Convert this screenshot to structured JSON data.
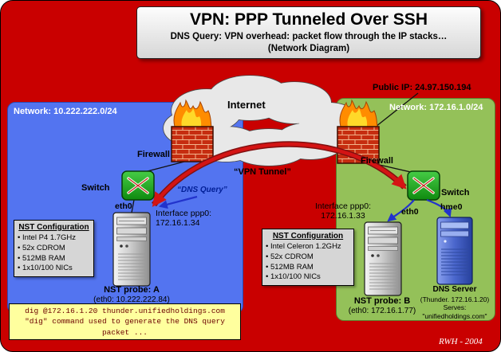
{
  "title": {
    "main": "VPN: PPP Tunneled Over SSH",
    "subtitle": "DNS Query: VPN overhead: packet flow through the IP stacks…",
    "subtitle2": "(Network Diagram)"
  },
  "internet": {
    "label": "Internet",
    "public_ip": "Public IP: 24.97.150.194"
  },
  "tunnel": {
    "label": "“VPN Tunnel”",
    "query_label": "“DNS Query”"
  },
  "left": {
    "network_label": "Network: 10.222.222.0/24",
    "firewall_label": "Firewall",
    "switch_label": "Switch",
    "eth0_label": "eth0",
    "interface_line1": "Interface ppp0:",
    "interface_line2": "172.16.1.34",
    "probe_name": "NST probe: A",
    "probe_ip": "(eth0: 10.222.222.84)",
    "config": {
      "title": "NST Configuration",
      "items": [
        "Intel P4 1.7GHz",
        "52x CDROM",
        "512MB RAM",
        "1x10/100 NICs"
      ]
    }
  },
  "right": {
    "network_label": "Network: 172.16.1.0/24",
    "firewall_label": "Firewall",
    "switch_label": "Switch",
    "eth0_label": "eth0",
    "hme0_label": "hme0",
    "interface_line1": "Interface ppp0:",
    "interface_line2": "172.16.1.33",
    "probe_name": "NST probe: B",
    "probe_ip": "(eth0: 172.16.1.77)",
    "config": {
      "title": "NST Configuration",
      "items": [
        "Intel Celeron 1.2GHz",
        "52x CDROM",
        "512MB RAM",
        "1x10/100 NICs"
      ]
    }
  },
  "dns": {
    "name": "DNS Server",
    "host": "(Thunder. 172.16.1.20)",
    "serves_label": "Serves:",
    "domain": "\"unifiedholdings.com\""
  },
  "note": {
    "line1": "dig @172.16.1.20 thunder.unifiedholdings.com",
    "line2": "\"dig\" command used to generate the DNS query",
    "line3": "packet ..."
  },
  "credit": "RWH - 2004",
  "colors": {
    "background": "#c90000",
    "network_left": "#5374f0",
    "network_right": "#94c159",
    "tunnel_arrow": "#d41414",
    "dns_query_blue": "#001e96",
    "note_bg": "#ffff9e"
  }
}
